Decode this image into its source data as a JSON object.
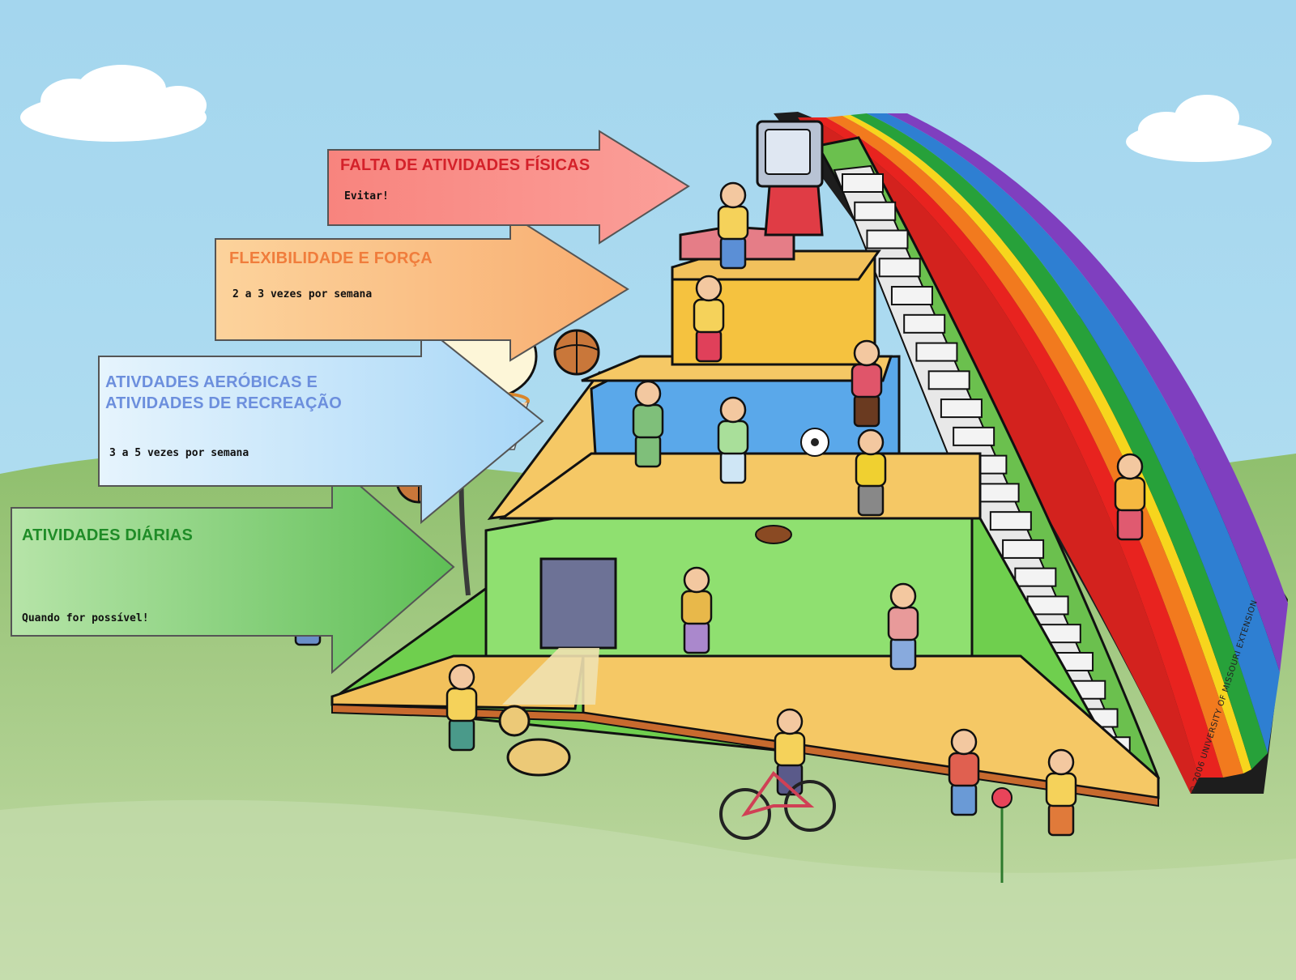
{
  "diagram": {
    "levels": [
      {
        "id": "top",
        "title": "FALTA DE ATIVIDADES FÍSICAS",
        "subtitle": "Evitar!",
        "color": "#fb8e8a",
        "title_color": "#d4212a"
      },
      {
        "id": "upper",
        "title": "FLEXIBILIDADE E FORÇA",
        "subtitle": "2 a 3 vezes por semana",
        "color": "#fbc086",
        "title_color": "#f07d3c"
      },
      {
        "id": "middle",
        "title": "ATIVDADES AERÓBICAS E\nATIVIDADES DE RECREAÇÃO",
        "subtitle": "3 a 5 vezes por semana",
        "color": "#d4ecfb",
        "title_color": "#6c8fdd"
      },
      {
        "id": "base",
        "title": "ATIVIDADES DIÁRIAS",
        "subtitle": "Quando for possível!",
        "color": "#a9e19b",
        "title_color": "#1f8c27"
      }
    ],
    "credit": "© 2006 UNIVERSITY OF MISSOURI EXTENSION",
    "rainbow_colors": [
      "#e8231f",
      "#f27a1e",
      "#f7d51d",
      "#27a13a",
      "#2e7fd2",
      "#7f3fbf"
    ],
    "sky_color": "#a9daf0",
    "grass_color": "#a8c98a"
  }
}
